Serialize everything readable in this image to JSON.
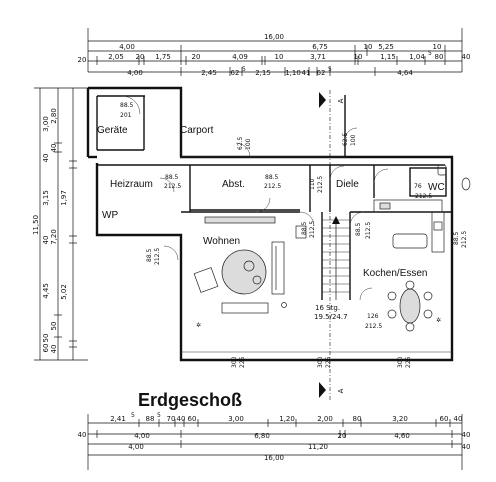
{
  "title": "Erdgeschoß",
  "section_marker": "A",
  "rooms": {
    "geraete": "Geräte",
    "carport": "Carport",
    "heizraum": "Heizraum",
    "abst": "Abst.",
    "diele": "Diele",
    "wc": "WC",
    "wp": "WP",
    "wohnen": "Wohnen",
    "kochen": "Kochen/Essen"
  },
  "stair": {
    "steps": "16 Stg.",
    "rise": "19.5/24.7"
  },
  "dims_top": {
    "overall": "16,00",
    "row1": [
      "4,00",
      "6,75",
      "10",
      "5,25",
      "10"
    ],
    "row2": [
      "20",
      "2,05",
      "20",
      "1,75",
      "20",
      "4,09",
      "10",
      "3,71",
      "10",
      "1,15",
      "1,04",
      "80",
      "40"
    ],
    "row2_sup": [
      "5",
      "5"
    ],
    "row3": [
      "4,00",
      "2,45",
      "62",
      "2,15",
      "1,10",
      "41",
      "62",
      "4,64"
    ],
    "row3_sup": [
      "5",
      "5",
      "5"
    ]
  },
  "dims_bottom": {
    "row1": [
      "2,41",
      "88",
      "70",
      "40",
      "60",
      "3,00",
      "1,20",
      "2,00",
      "80",
      "3,20",
      "60",
      "40"
    ],
    "row1_sup": [
      "5",
      "5"
    ],
    "row2": [
      "40",
      "4,00",
      "6,80",
      "20",
      "4,60",
      "40"
    ],
    "row3": [
      "4,00",
      "11,20",
      "40"
    ],
    "overall": "16,00"
  },
  "dims_left": {
    "outer": "11,50",
    "mid": [
      "2,80",
      "40",
      "7,20",
      "50",
      "40"
    ],
    "inner": [
      "3,00",
      "40",
      "3,15",
      "40",
      "4,45",
      "50",
      "60"
    ],
    "small": [
      "1,97",
      "5,02"
    ],
    "small_sup": [
      "5",
      "5"
    ]
  },
  "openings": {
    "geraete": [
      "88.5",
      "201"
    ],
    "carport_door": [
      "62.5",
      "100"
    ],
    "carport_right": [
      "62.5",
      "100"
    ],
    "heizraum": [
      "88.5",
      "212.5"
    ],
    "abst": [
      "88.5",
      "212.5"
    ],
    "diele_door": [
      "110",
      "212.5"
    ],
    "wohnen_door": [
      "88.5",
      "212.5"
    ],
    "wohnen_left": [
      "88.5",
      "212.5"
    ],
    "kueche_door": [
      "88.5",
      "212.5"
    ],
    "kueche_right": [
      "88.5",
      "212.5"
    ],
    "wc": [
      "76",
      "212.5"
    ],
    "win_bottom_1": [
      "300",
      "225"
    ],
    "win_bottom_2": [
      "300",
      "225"
    ],
    "win_bottom_3": [
      "300",
      "225"
    ],
    "terrace": [
      "126",
      "212.5"
    ]
  }
}
